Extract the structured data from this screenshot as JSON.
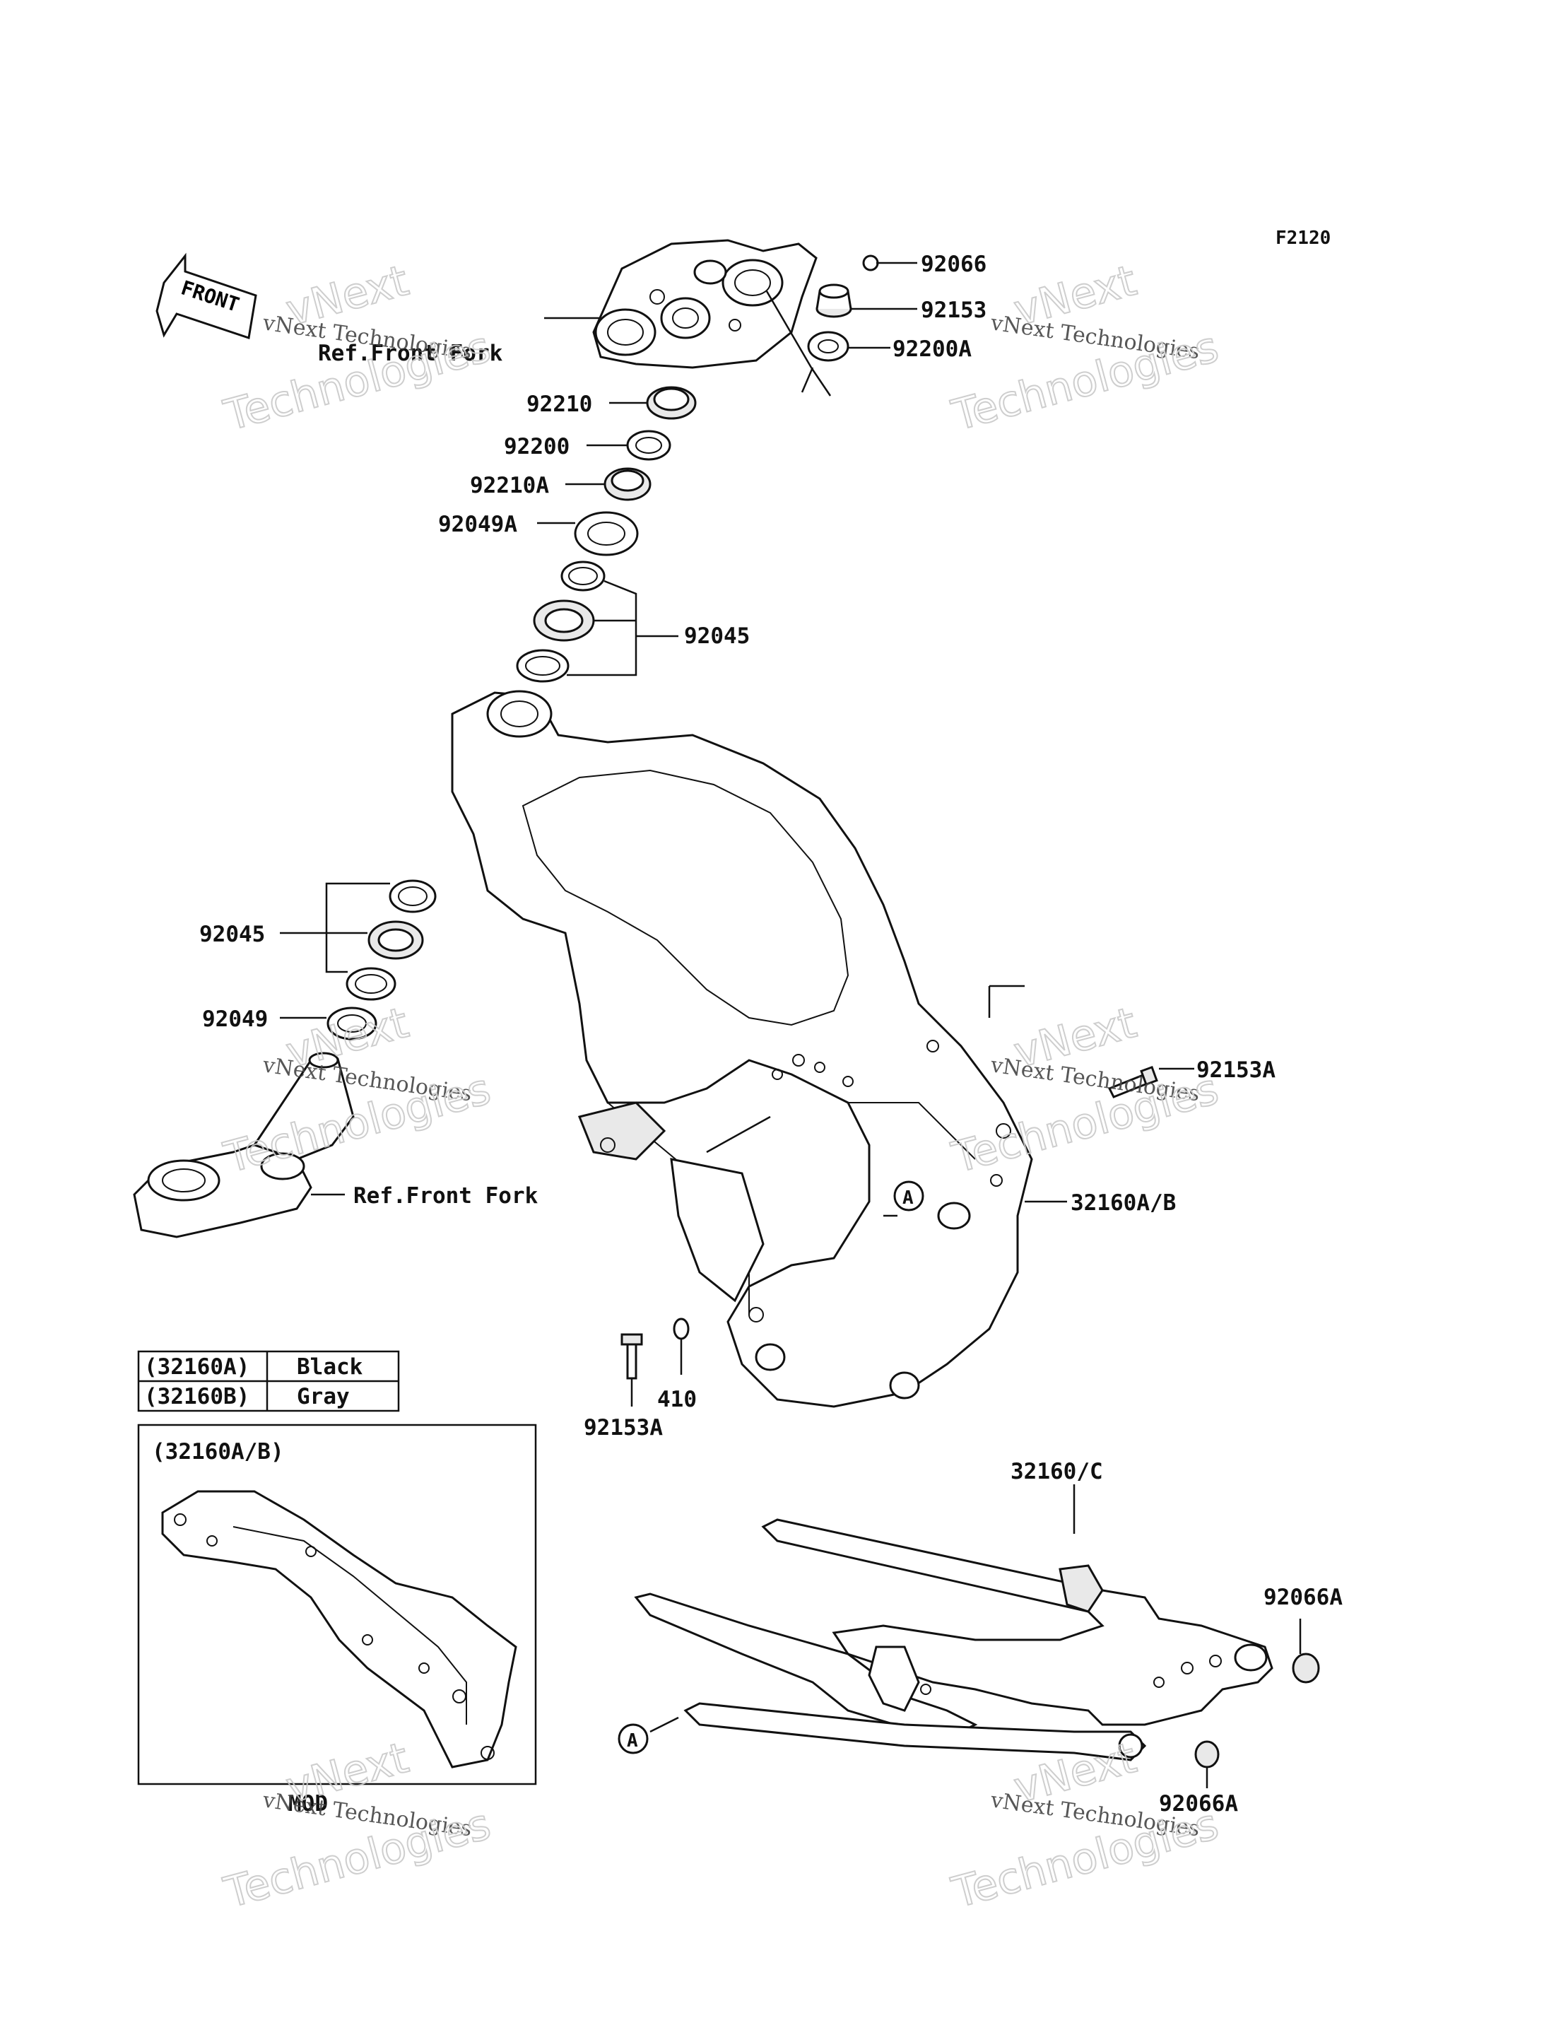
{
  "figure_code": "F2120",
  "front_arrow_label": "FRONT",
  "callouts": {
    "ref_fork_top": "Ref.Front Fork",
    "ref_fork_bottom": "Ref.Front Fork",
    "p92066": "92066",
    "p92153": "92153",
    "p92200A": "92200A",
    "p92210": "92210",
    "p92200": "92200",
    "p92210A": "92210A",
    "p92049A": "92049A",
    "p92045_upper": "92045",
    "p92045_lower": "92045",
    "p92049": "92049",
    "p92153A_right": "92153A",
    "p32160AB": "32160A/B",
    "p410": "410",
    "p92153A_bottom": "92153A",
    "p32160C": "32160/C",
    "p92066A_right": "92066A",
    "p92066A_bottom": "92066A",
    "ref_A_main": "A",
    "ref_A_sub": "A"
  },
  "color_table": {
    "rows": [
      {
        "code": "(32160A)",
        "color": "Black"
      },
      {
        "code": "(32160B)",
        "color": "Gray"
      }
    ]
  },
  "inset": {
    "title": "(32160A/B)",
    "caption": "MOD"
  },
  "watermark": {
    "line1": "vNext Technologies",
    "line2": "vNext",
    "line3": "Technologies"
  }
}
